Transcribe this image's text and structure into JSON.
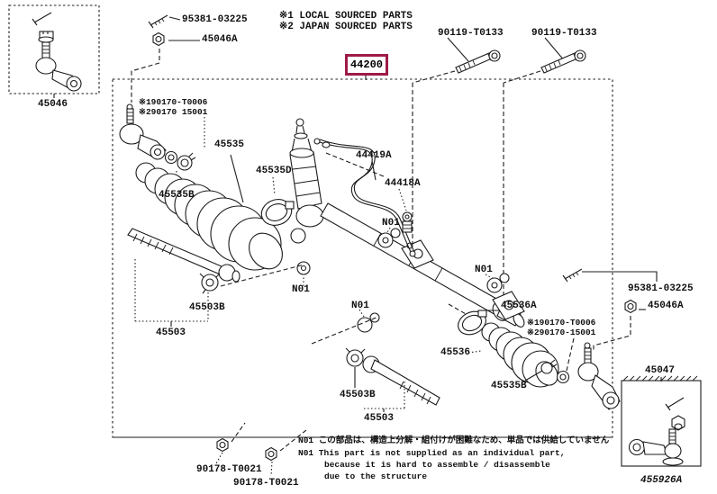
{
  "diagram_title": "Steering rack and tie rod exploded parts diagram",
  "colors": {
    "highlight": "#9e1b47",
    "line": "#1c1c1c",
    "background": "#ffffff"
  },
  "legend": {
    "line1": "※1 LOCAL SOURCED PARTS",
    "line2": "※2 JAPAN SOURCED PARTS"
  },
  "selected_part": {
    "number": "44200"
  },
  "labels": {
    "screw_top_left": "95381-03225",
    "nut_top_left": "45046A",
    "tie_rod_outer_left_box": "45046",
    "ref_left_line1": "※190170-T0006",
    "ref_left_line2": "※290170 15001",
    "bolt_left": "90119-T0133",
    "bolt_right": "90119-T0133",
    "boot_left": "45535",
    "boot_left_clamp": "45535D",
    "boot_left_clip": "45535B",
    "pressure_tube": "44419A",
    "tube_union": "44418A",
    "note_ref_1": "N01",
    "note_ref_2": "N01",
    "note_ref_3": "N01",
    "note_ref_4": "N01",
    "rack_end_left_washer": "45503B",
    "rack_end_left": "45503",
    "rack_end_bottom_washer": "45503B",
    "rack_end_bottom": "45503",
    "boot_right": "45536",
    "boot_right_clamp": "45536A",
    "ref_right_line1": "※190170-T0006",
    "ref_right_line2": "※290170-15001",
    "boot_right_clip": "45535B",
    "screw_right": "95381-03225",
    "nut_right": "45046A",
    "tie_rod_outer_right_box": "45047",
    "lock_nut_left": "90178-T0021",
    "lock_nut_right": "90178-T0021"
  },
  "note": {
    "jp": "N01 この部品は、構造上分解・組付けが困難なため、単品では供給していません",
    "en_line1": "N01 This part is not supplied as an individual part,",
    "en_line2": "because it is hard to assemble / disassemble",
    "en_line3": "due to the structure"
  },
  "figure_code": "455926A"
}
